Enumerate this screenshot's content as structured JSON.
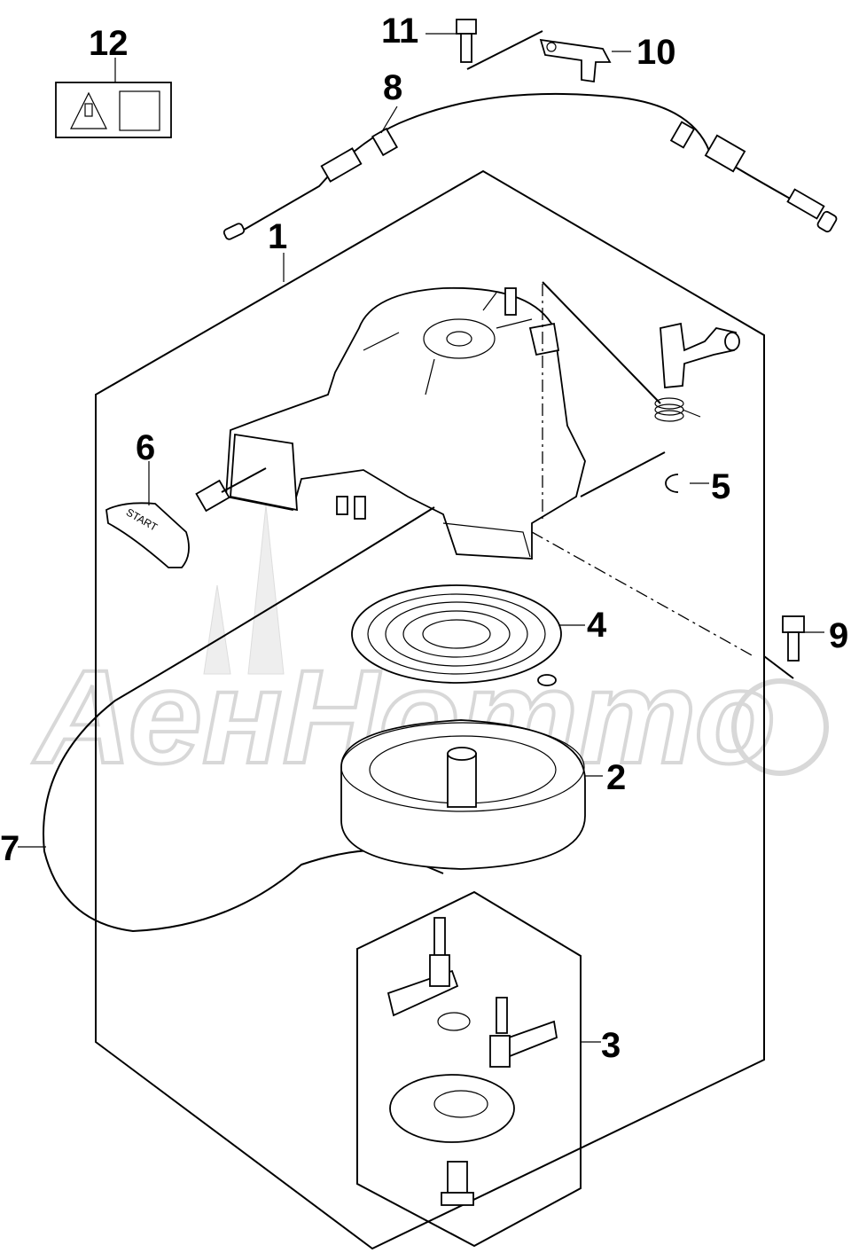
{
  "callouts": [
    {
      "id": "1",
      "label": "1"
    },
    {
      "id": "2",
      "label": "2"
    },
    {
      "id": "3",
      "label": "3"
    },
    {
      "id": "4",
      "label": "4"
    },
    {
      "id": "5",
      "label": "5"
    },
    {
      "id": "6",
      "label": "6"
    },
    {
      "id": "7",
      "label": "7"
    },
    {
      "id": "8",
      "label": "8"
    },
    {
      "id": "9",
      "label": "9"
    },
    {
      "id": "10",
      "label": "10"
    },
    {
      "id": "11",
      "label": "11"
    },
    {
      "id": "12",
      "label": "12"
    }
  ],
  "handle_text": "START",
  "watermark_text": "АенНотто"
}
